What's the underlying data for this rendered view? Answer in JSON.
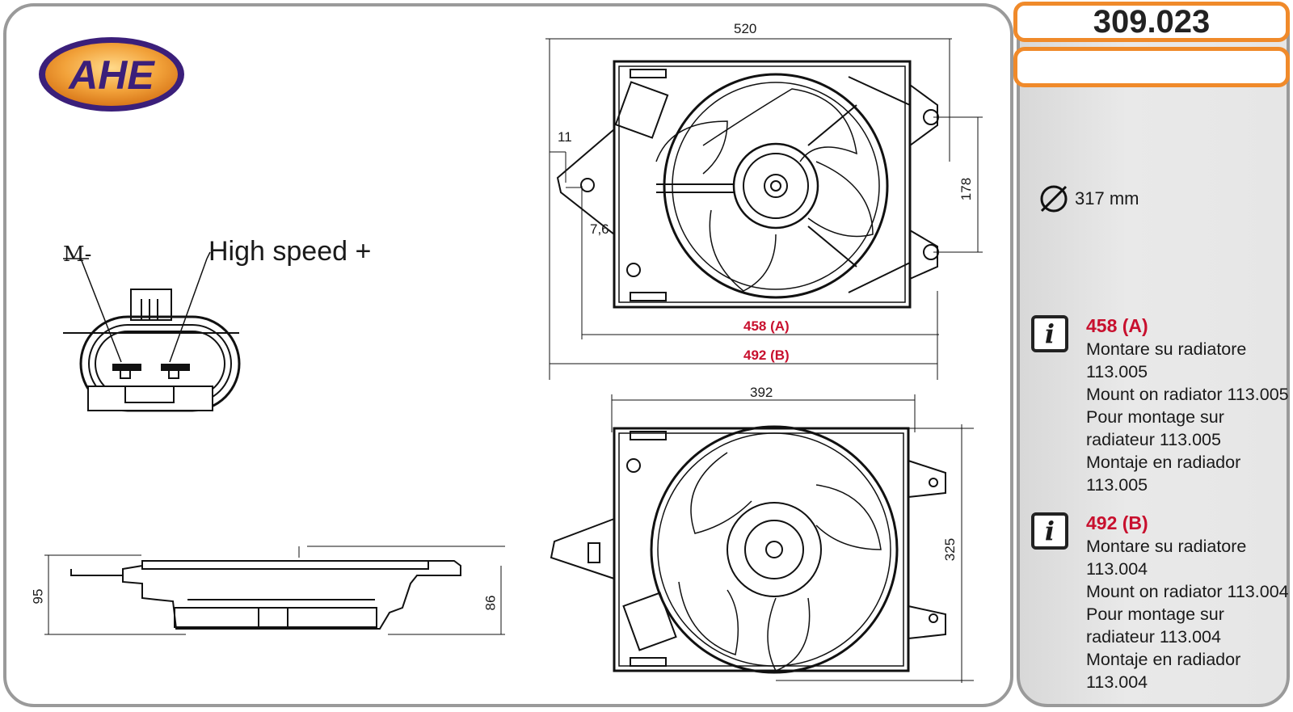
{
  "brand": {
    "logo_text": "AHE"
  },
  "part": {
    "code": "309.023",
    "secondary_code": ""
  },
  "connector": {
    "minus_label": "M-",
    "plus_label": "High speed +"
  },
  "fan": {
    "diameter_label": "317 mm"
  },
  "dimensions": {
    "top_width": "520",
    "left_offset": "11",
    "small_offset": "7,6",
    "right_height": "178",
    "width_a": "458 (A)",
    "width_b": "492 (B)",
    "bottom_width": "392",
    "bottom_height": "325",
    "side_left": "95",
    "side_right": "86"
  },
  "info": [
    {
      "icon": "info-icon",
      "title": "458 (A)",
      "lines": [
        "Montare su radiatore",
        "113.005",
        "Mount on radiator 113.005",
        "Pour montage sur",
        "radiateur 113.005",
        "Montaje en radiador",
        "113.005"
      ]
    },
    {
      "icon": "info-icon",
      "title": "492 (B)",
      "lines": [
        "Montare su radiatore",
        "113.004",
        "Mount on radiator 113.004",
        "Pour montage sur",
        "radiateur 113.004",
        "Montaje en radiador",
        "113.004"
      ]
    }
  ],
  "colors": {
    "accent_orange": "#f08a2a",
    "brand_purple": "#3b1f7a",
    "brand_orange": "#f2a23a",
    "dim_red": "#c8102e"
  }
}
